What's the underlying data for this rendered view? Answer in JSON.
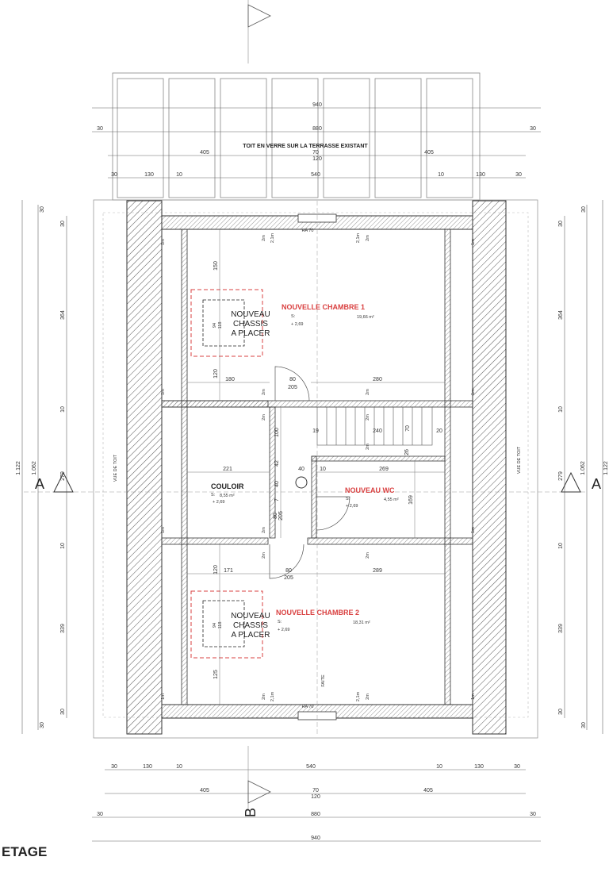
{
  "title": "ETAGE",
  "roof_label": "TOIT EN VERRE SUR LA TERRASSE EXISTANT",
  "side_label": "VUE DE TOIT",
  "ridge_label": "FAITE",
  "section_mark_a": "A",
  "section_mark_b": "B",
  "rooms": {
    "ch1": {
      "name": "NOUVELLE CHAMBRE 1",
      "area": "19,66 m²",
      "level": "+ 2,69",
      "s": "S:"
    },
    "couloir": {
      "name": "COULOIR",
      "area": "8,55 m²",
      "level": "+ 2,69",
      "s": "S:"
    },
    "wc": {
      "name": "NOUVEAU WC",
      "area": "4,55 m²",
      "level": "+ 2,69",
      "s": "S:"
    },
    "ch2": {
      "name": "NOUVELLE CHAMBRE 2",
      "area": "18,31 m²",
      "level": "+ 2,69",
      "s": "S:"
    }
  },
  "chassis": {
    "line1": "NOUVEAU",
    "line2": "CHASSIS",
    "line3": "A PLACER",
    "w": "94",
    "h": "118"
  },
  "ha70": "HA 70",
  "dims_top": {
    "d940": "940",
    "d880": "880",
    "d30": "30",
    "d405": "405",
    "d70": "70",
    "d120": "120",
    "d130": "130",
    "d10": "10",
    "d540": "540"
  },
  "dims_left": {
    "total": "1.122",
    "inner": "1.062",
    "d30": "30",
    "d364": "364",
    "d10": "10",
    "d279": "279",
    "d339": "339"
  },
  "dims_inner": {
    "d150": "150",
    "d120": "120",
    "d180": "180",
    "d80": "80",
    "d205": "205",
    "d280": "280",
    "d19": "19",
    "d240": "240",
    "d70": "70",
    "d20": "20",
    "d100": "100",
    "d221": "221",
    "d42": "42",
    "d40": "40",
    "d269": "269",
    "d7": "7",
    "d169": "169",
    "d26": "26",
    "d171": "171",
    "d289": "289",
    "d125": "125",
    "d2m": "2m",
    "d21m": "2,1m",
    "d1m": "1m"
  }
}
